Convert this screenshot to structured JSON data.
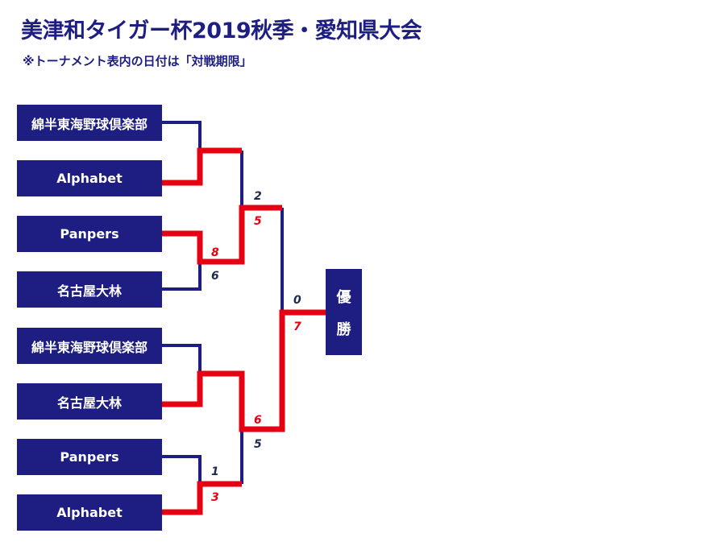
{
  "title": "美津和タイガー杯2019秋季・愛知県大会",
  "note": "※トーナメント表内の日付は「対戦期限」",
  "teams": [
    "綿半東海野球倶楽部",
    "Alphabet",
    "Panpers",
    "名古屋大林",
    "綿半東海野球倶楽部",
    "名古屋大林",
    "Panpers",
    "Alphabet"
  ],
  "champion": [
    "優",
    "勝"
  ],
  "scores": {
    "r1m2": {
      "top": "8",
      "bottom": "6"
    },
    "r1m3": {
      "top": "",
      "bottom": ""
    },
    "r1m4": {
      "top": "1",
      "bottom": "3"
    },
    "r2m1": {
      "top": "2",
      "bottom": "5"
    },
    "r2m2": {
      "top": "6",
      "bottom": "5"
    },
    "final": {
      "top": "0",
      "bottom": "7"
    }
  },
  "colors": {
    "navy": "#1e1e82",
    "red": "#e60012",
    "loser_score": "#1e2a50"
  }
}
